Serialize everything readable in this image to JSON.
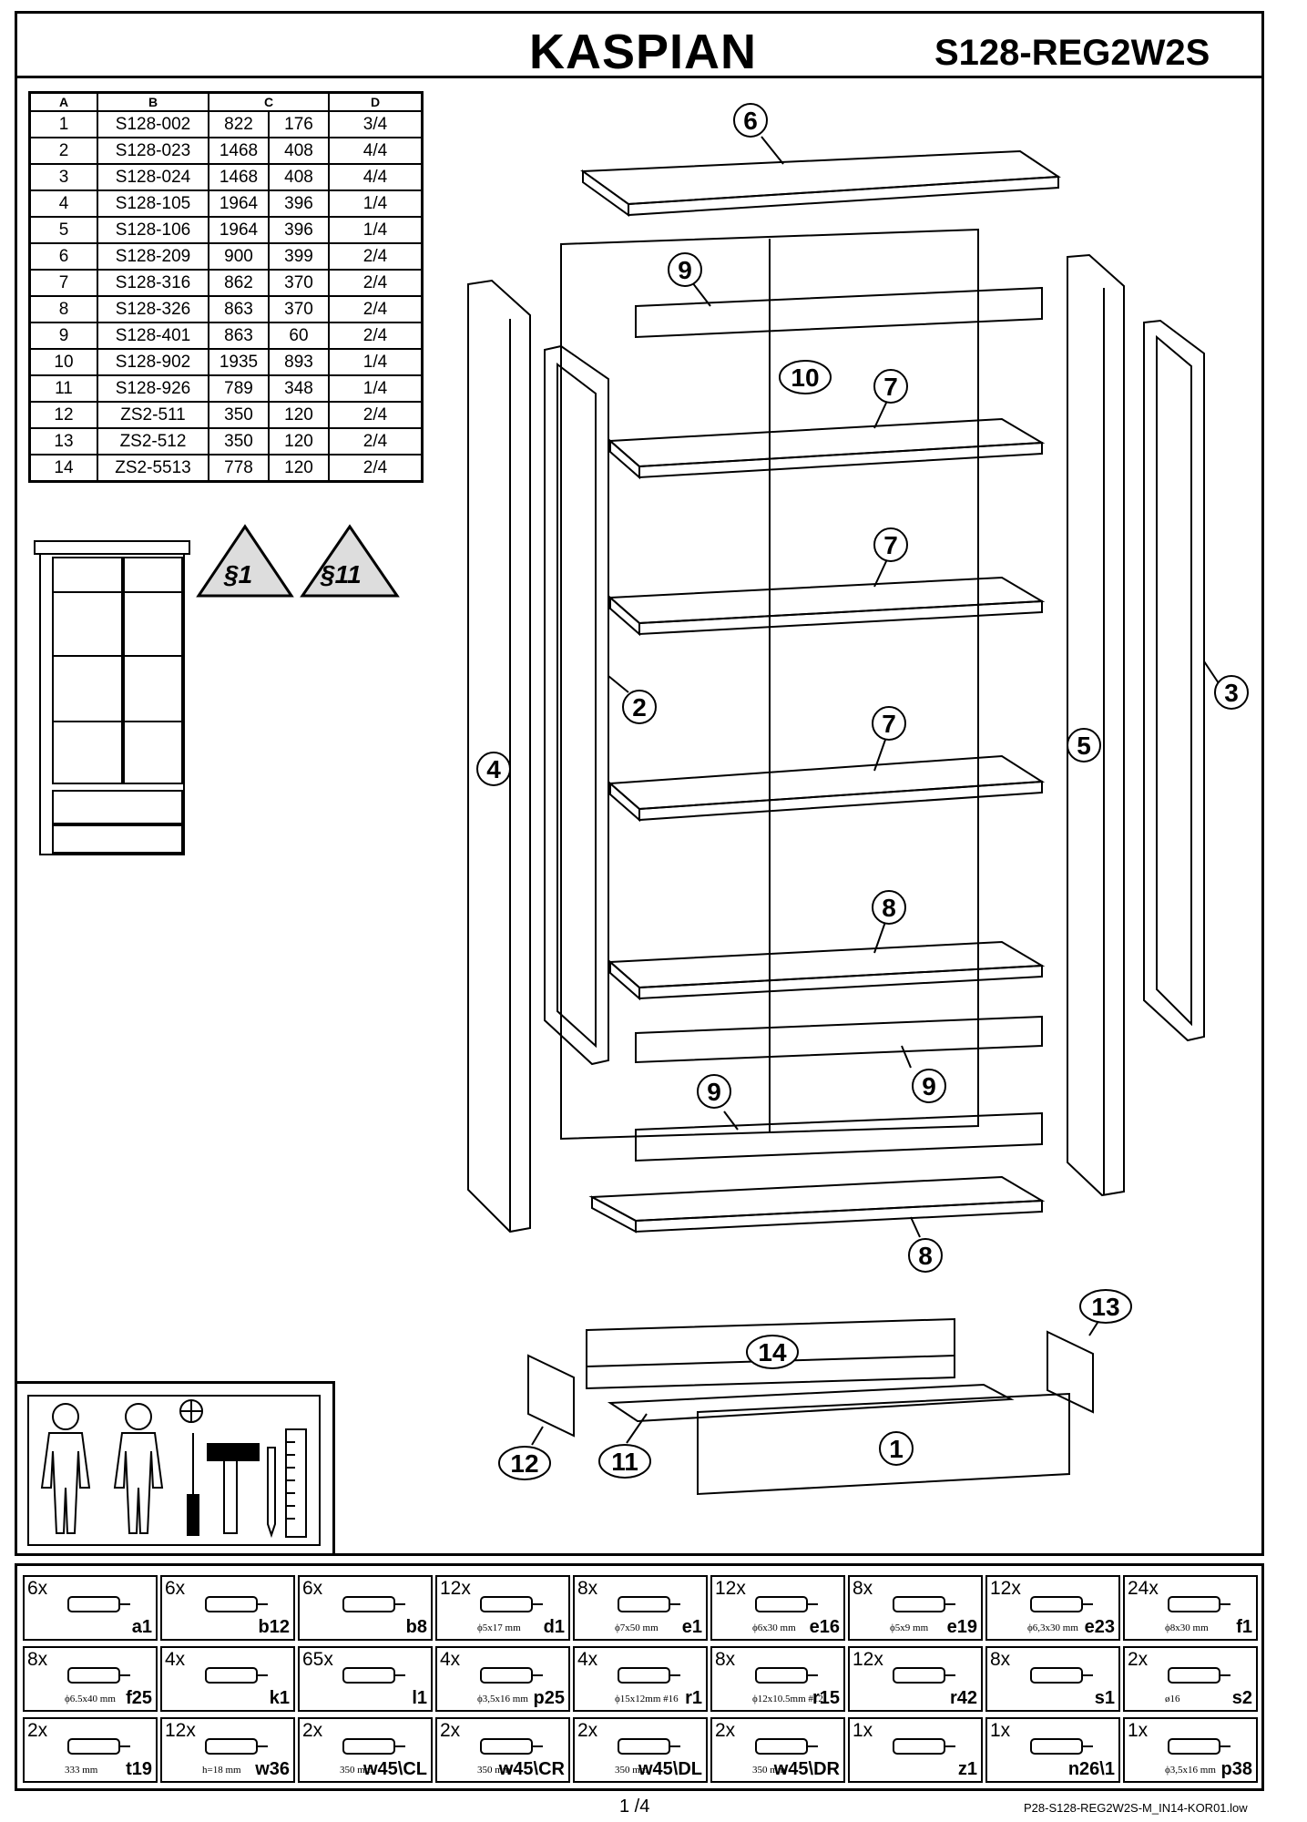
{
  "header": {
    "title": "KASPIAN",
    "code": "S128-REG2W2S"
  },
  "parts_table": {
    "headers": [
      "A",
      "B",
      "C",
      "D"
    ],
    "rows": [
      [
        "1",
        "S128-002",
        "822",
        "176",
        "3/4"
      ],
      [
        "2",
        "S128-023",
        "1468",
        "408",
        "4/4"
      ],
      [
        "3",
        "S128-024",
        "1468",
        "408",
        "4/4"
      ],
      [
        "4",
        "S128-105",
        "1964",
        "396",
        "1/4"
      ],
      [
        "5",
        "S128-106",
        "1964",
        "396",
        "1/4"
      ],
      [
        "6",
        "S128-209",
        "900",
        "399",
        "2/4"
      ],
      [
        "7",
        "S128-316",
        "862",
        "370",
        "2/4"
      ],
      [
        "8",
        "S128-326",
        "863",
        "370",
        "2/4"
      ],
      [
        "9",
        "S128-401",
        "863",
        "60",
        "2/4"
      ],
      [
        "10",
        "S128-902",
        "1935",
        "893",
        "1/4"
      ],
      [
        "11",
        "S128-926",
        "789",
        "348",
        "1/4"
      ],
      [
        "12",
        "ZS2-511",
        "350",
        "120",
        "2/4"
      ],
      [
        "13",
        "ZS2-512",
        "350",
        "120",
        "2/4"
      ],
      [
        "14",
        "ZS2-5513",
        "778",
        "120",
        "2/4"
      ]
    ]
  },
  "warnings": [
    "§1",
    "§11"
  ],
  "part_labels": {
    "p1": "1",
    "p2": "2",
    "p3": "3",
    "p4": "4",
    "p5": "5",
    "p6": "6",
    "p7": "7",
    "p8": "8",
    "p9": "9",
    "p10": "10",
    "p11": "11",
    "p12": "12",
    "p13": "13",
    "p14": "14"
  },
  "hardware": [
    {
      "qty": "6x",
      "label": "a1",
      "dim": ""
    },
    {
      "qty": "6x",
      "label": "b12",
      "dim": ""
    },
    {
      "qty": "6x",
      "label": "b8",
      "dim": ""
    },
    {
      "qty": "12x",
      "label": "d1",
      "dim": "ϕ5x17 mm"
    },
    {
      "qty": "8x",
      "label": "e1",
      "dim": "ϕ7x50 mm"
    },
    {
      "qty": "12x",
      "label": "e16",
      "dim": "ϕ6x30 mm"
    },
    {
      "qty": "8x",
      "label": "e19",
      "dim": "ϕ5x9 mm"
    },
    {
      "qty": "12x",
      "label": "e23",
      "dim": "ϕ6,3x30 mm"
    },
    {
      "qty": "24x",
      "label": "f1",
      "dim": "ϕ8x30 mm"
    },
    {
      "qty": "8x",
      "label": "f25",
      "dim": "ϕ6.5x40 mm"
    },
    {
      "qty": "4x",
      "label": "k1",
      "dim": ""
    },
    {
      "qty": "65x",
      "label": "l1",
      "dim": ""
    },
    {
      "qty": "4x",
      "label": "p25",
      "dim": "ϕ3,5x16 mm"
    },
    {
      "qty": "4x",
      "label": "r1",
      "dim": "ϕ15x12mm #16"
    },
    {
      "qty": "8x",
      "label": "r15",
      "dim": "ϕ12x10.5mm #12"
    },
    {
      "qty": "12x",
      "label": "r42",
      "dim": ""
    },
    {
      "qty": "8x",
      "label": "s1",
      "dim": ""
    },
    {
      "qty": "2x",
      "label": "s2",
      "dim": "ø16"
    },
    {
      "qty": "2x",
      "label": "t19",
      "dim": "333 mm"
    },
    {
      "qty": "12x",
      "label": "w36",
      "dim": "h=18 mm"
    },
    {
      "qty": "2x",
      "label": "w45\\CL",
      "dim": "350 mm"
    },
    {
      "qty": "2x",
      "label": "w45\\CR",
      "dim": "350 mm"
    },
    {
      "qty": "2x",
      "label": "w45\\DL",
      "dim": "350 mm"
    },
    {
      "qty": "2x",
      "label": "w45\\DR",
      "dim": "350 mm"
    },
    {
      "qty": "1x",
      "label": "z1",
      "dim": ""
    },
    {
      "qty": "1x",
      "label": "n26\\1",
      "dim": ""
    },
    {
      "qty": "1x",
      "label": "p38",
      "dim": "ϕ3,5x16 mm"
    }
  ],
  "footer": {
    "page": "1 /4",
    "ref": "P28-S128-REG2W2S-M_IN14-KOR01.low"
  }
}
